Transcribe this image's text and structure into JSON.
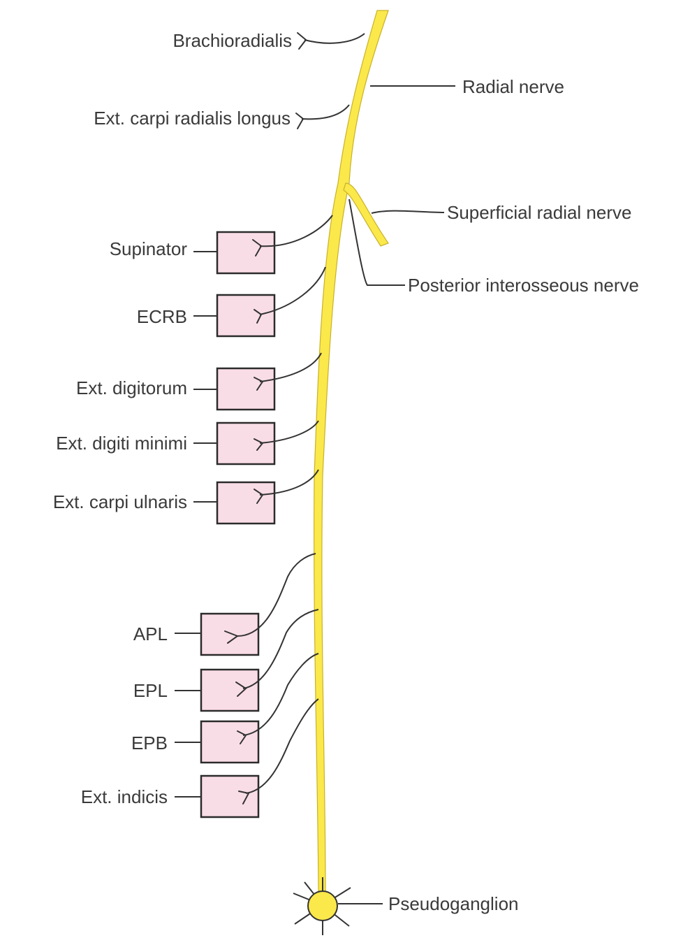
{
  "labels": {
    "brachioradialis": "Brachioradialis",
    "ecrl": "Ext. carpi radialis longus",
    "radial_nerve": "Radial nerve",
    "superficial_radial_nerve": "Superficial radial nerve",
    "posterior_interosseous_nerve": "Posterior interosseous nerve",
    "pseudoganglion": "Pseudoganglion"
  },
  "muscles": [
    {
      "id": "supinator",
      "label": "Supinator"
    },
    {
      "id": "ecrb",
      "label": "ECRB"
    },
    {
      "id": "ext-digitorum",
      "label": "Ext. digitorum"
    },
    {
      "id": "ext-digiti-minimi",
      "label": "Ext. digiti minimi"
    },
    {
      "id": "ext-carpi-ulnaris",
      "label": "Ext. carpi ulnaris"
    },
    {
      "id": "apl",
      "label": "APL"
    },
    {
      "id": "epl",
      "label": "EPL"
    },
    {
      "id": "epb",
      "label": "EPB"
    },
    {
      "id": "ext-indicis",
      "label": "Ext. indicis"
    }
  ],
  "colors": {
    "nerve": "#fbe84a",
    "muscle_box": "#f9dde6",
    "text": "#3a3a3a"
  }
}
